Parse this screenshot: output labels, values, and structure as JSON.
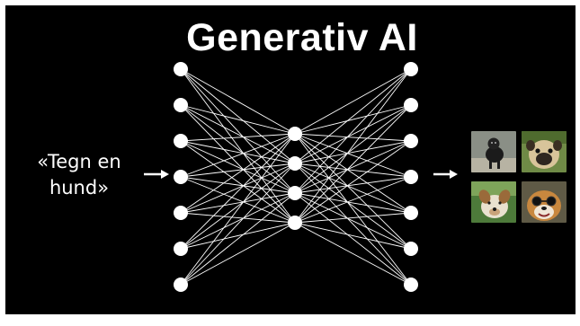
{
  "slide": {
    "title": "Generativ AI",
    "prompt_line1": "«Tegn en",
    "prompt_line2": "hund»",
    "input_arrow": "→",
    "output_arrow": "→"
  },
  "network": {
    "layer_sizes": [
      7,
      4,
      7
    ],
    "colors": {
      "background": "#000000",
      "node": "#ffffff",
      "edge": "#ffffff"
    }
  },
  "output_images": [
    {
      "icon": "black-dog-photo"
    },
    {
      "icon": "pug-photo"
    },
    {
      "icon": "terrier-dog-photo"
    },
    {
      "icon": "dog-with-glasses-photo"
    }
  ]
}
